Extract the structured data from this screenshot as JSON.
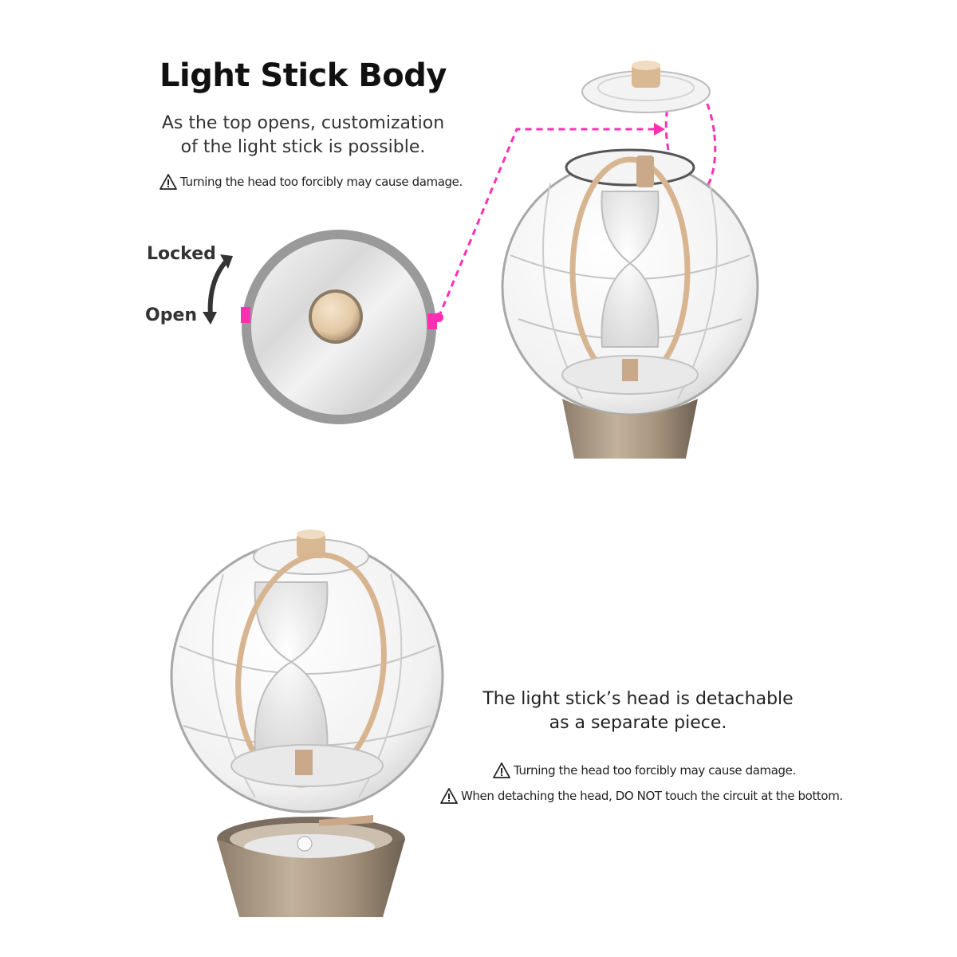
{
  "header": {
    "title": "Light Stick Body",
    "subtitle_line1": "As the top opens, customization",
    "subtitle_line2": "of the light stick is possible."
  },
  "warnings": {
    "turning": "Turning the head too forcibly may cause damage.",
    "detaching": "When detaching the head, DO NOT touch the circuit at the bottom."
  },
  "lock_diagram": {
    "locked_label": "Locked",
    "open_label": "Open"
  },
  "detach": {
    "line1": "The light stick’s head is detachable",
    "line2": "as a separate piece."
  },
  "colors": {
    "accent_pink": "#ff2fb4",
    "gold": "#c9a98a",
    "base_bronze": "#a08f7c"
  },
  "icons": [
    "warning-triangle-icon",
    "rotate-arrow-icon"
  ]
}
